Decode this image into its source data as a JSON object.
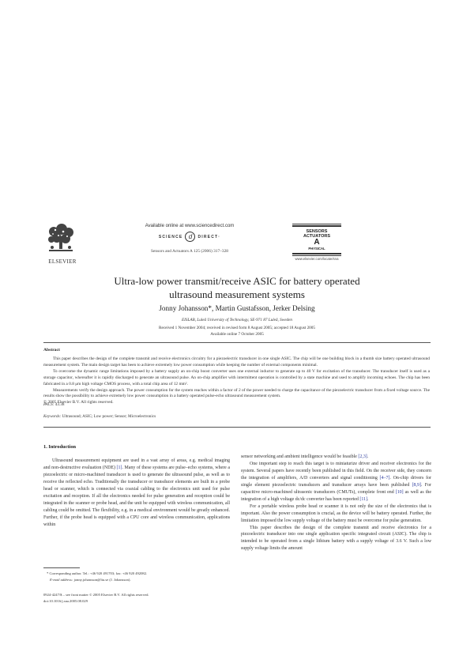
{
  "header": {
    "publisher_logo_text": "ELSEVIER",
    "available_online": "Available online at www.sciencedirect.com",
    "sciencedirect_logo": {
      "left": "SCIENCE",
      "mark": "d",
      "right": "DIRECT·"
    },
    "journal_reference": "Sensors and Actuators A 125 (2006) 317–328",
    "journal_logo": {
      "line1": "SENSORS",
      "line2": "ACTUATORS",
      "letter": "A",
      "line3": "PHYSICAL",
      "url": "www.elsevier.com/locate/sna"
    }
  },
  "article": {
    "title_line1": "Ultra-low power transmit/receive ASIC for battery operated",
    "title_line2": "ultrasound measurement systems",
    "authors": "Jonny Johansson*, Martin Gustafsson, Jerker Delsing",
    "affiliation": "EISLAB, Luleå University of Technology, SE-971 87 Luleå, Sweden",
    "received": "Received 1 November 2004; received in revised form 8 August 2005; accepted 18 August 2005",
    "available": "Available online 7 October 2005"
  },
  "abstract": {
    "heading": "Abstract",
    "paragraphs": [
      "This paper describes the design of the complete transmit and receive electronics circuitry for a piezoelectric transducer in one single ASIC. The chip will be one building block in a thumb size battery operated ultrasound measurement system. The main design target has been to achieve extremely low power consumption while keeping the number of external components minimal.",
      "To overcome the dynamic range limitations imposed by a battery supply an on-chip boost converter uses one external inductor to generate up to 40 V for excitation of the transducer. The transducer itself is used as a storage capacitor, whereafter it is rapidly discharged to generate an ultrasound pulse. An on-chip amplifier with intermittent operation is controlled by a state machine and used to amplify incoming echoes. The chip has been fabricated in a 0.8 μm high voltage CMOS process, with a total chip area of 12 mm².",
      "Measurements verify the design approach. The power consumption for the system reaches within a factor of 2 of the power needed to charge the capacitance of the piezoelectric transducer from a fixed voltage source. The results show the possibility to achieve extremely low power consumption in a battery operated pulse-echo ultrasound measurement system."
    ],
    "copyright": "© 2005 Elsevier B.V. All rights reserved.",
    "pacs_label": "PACS:",
    "pacs_value": " 43.38",
    "keywords_label": "Keywords:",
    "keywords_value": " Ultrasound; ASIC; Low power; Sensor; Microelectronics"
  },
  "introduction": {
    "heading": "1. Introduction",
    "left_p1": [
      {
        "t": "Ultrasound measurement equipment are used in a vast array of areas, e.g. medical imaging and non-destructive evaluation (NDE) "
      },
      {
        "t": "[1]",
        "link": true
      },
      {
        "t": ". Many of these systems are pulse–echo systems, where a piezoelectric or micro-machined transducer is used to generate the ultrasound pulse, as well as to receive the reflected echo. Traditionally the transducer or transducer elements are built in a probe head or scanner, which is connected via coaxial cabling to the electronics unit used for pulse excitation and reception. If all the electronics needed for pulse generation and reception could be integrated in the scanner or probe head, and the unit be equipped with wireless communication, all cabling could be omitted. The flexibility, e.g. in a medical environment would be greatly enhanced. Further, if the probe head is equipped with a CPU core and wireless communication, applications within"
      }
    ],
    "right_p0": [
      {
        "t": "sensor networking and ambient intelligence would be feasible "
      },
      {
        "t": "[2,3]",
        "link": true
      },
      {
        "t": "."
      }
    ],
    "right_p1": [
      {
        "t": "One important step to reach this target is to miniaturize driver and receiver electronics for the system. Several papers have recently been published in this field. On the receiver side, they concern the integration of amplifiers, A/D converters and signal conditioning "
      },
      {
        "t": "[4–7]",
        "link": true
      },
      {
        "t": ". On-chip drivers for single element piezoelectric transducers and transducer arrays have been published "
      },
      {
        "t": "[8,9]",
        "link": true
      },
      {
        "t": ". For capacitive micro-machined ultrasonic transducers (CMUTs), complete front end "
      },
      {
        "t": "[10]",
        "link": true
      },
      {
        "t": " as well as the integration of a high voltage dc/dc converter has been reported "
      },
      {
        "t": "[11]",
        "link": true
      },
      {
        "t": "."
      }
    ],
    "right_p2": "For a portable wireless probe head or scanner it is not only the size of the electronics that is important. Also the power consumption is crucial, as the device will be battery operated. Further, the limitation imposed the low supply voltage of the battery must be overcome for pulse generation.",
    "right_p3": "This paper describes the design of the complete transmit and receive electronics for a piezoelectric transducer into one single application specific integrated circuit (ASIC). The chip is intended to be operated from a single lithium battery with a supply voltage of 3.6 V. Such a low supply voltage limits the amount"
  },
  "footnote": {
    "corresponding": "* Corresponding author. Tel.: +46 920 491703; fax: +46 920 492082.",
    "email_label": "E-mail address:",
    "email_value": " jonny.johansson@ltu.se (J. Johansson).",
    "issn": "0924-4247/$ – see front matter © 2005 Elsevier B.V. All rights reserved.",
    "doi": "doi:10.1016/j.sna.2005.08.029"
  },
  "colors": {
    "link": "#2a3a9c",
    "text": "#333333",
    "rule": "#555555"
  }
}
